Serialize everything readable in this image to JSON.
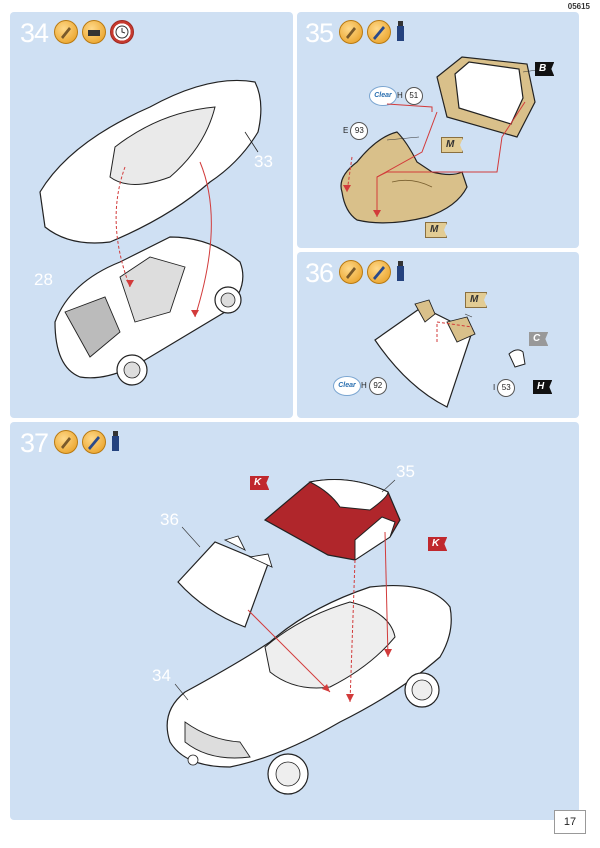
{
  "document_code": "05615",
  "page_number": "17",
  "steps": [
    {
      "number": "34",
      "parts": [
        "33",
        "28"
      ]
    },
    {
      "number": "35",
      "callouts": [
        {
          "prefix": "Clear",
          "letter": "H",
          "part": "51"
        },
        {
          "letter": "E",
          "part": "93"
        }
      ],
      "flags": [
        "B",
        "M",
        "M"
      ]
    },
    {
      "number": "36",
      "callouts": [
        {
          "prefix": "Clear",
          "letter": "H",
          "part": "92"
        },
        {
          "letter": "I",
          "part": "53"
        }
      ],
      "flags": [
        "M",
        "C",
        "H"
      ]
    },
    {
      "number": "37",
      "parts": [
        "35",
        "36",
        "34"
      ],
      "flags": [
        "K",
        "K"
      ]
    }
  ],
  "colors": {
    "panel": "#cfe0f3",
    "hardtop_red": "#b0262b",
    "beige": "#d9c08a",
    "arrow_red": "#d23b3b"
  }
}
